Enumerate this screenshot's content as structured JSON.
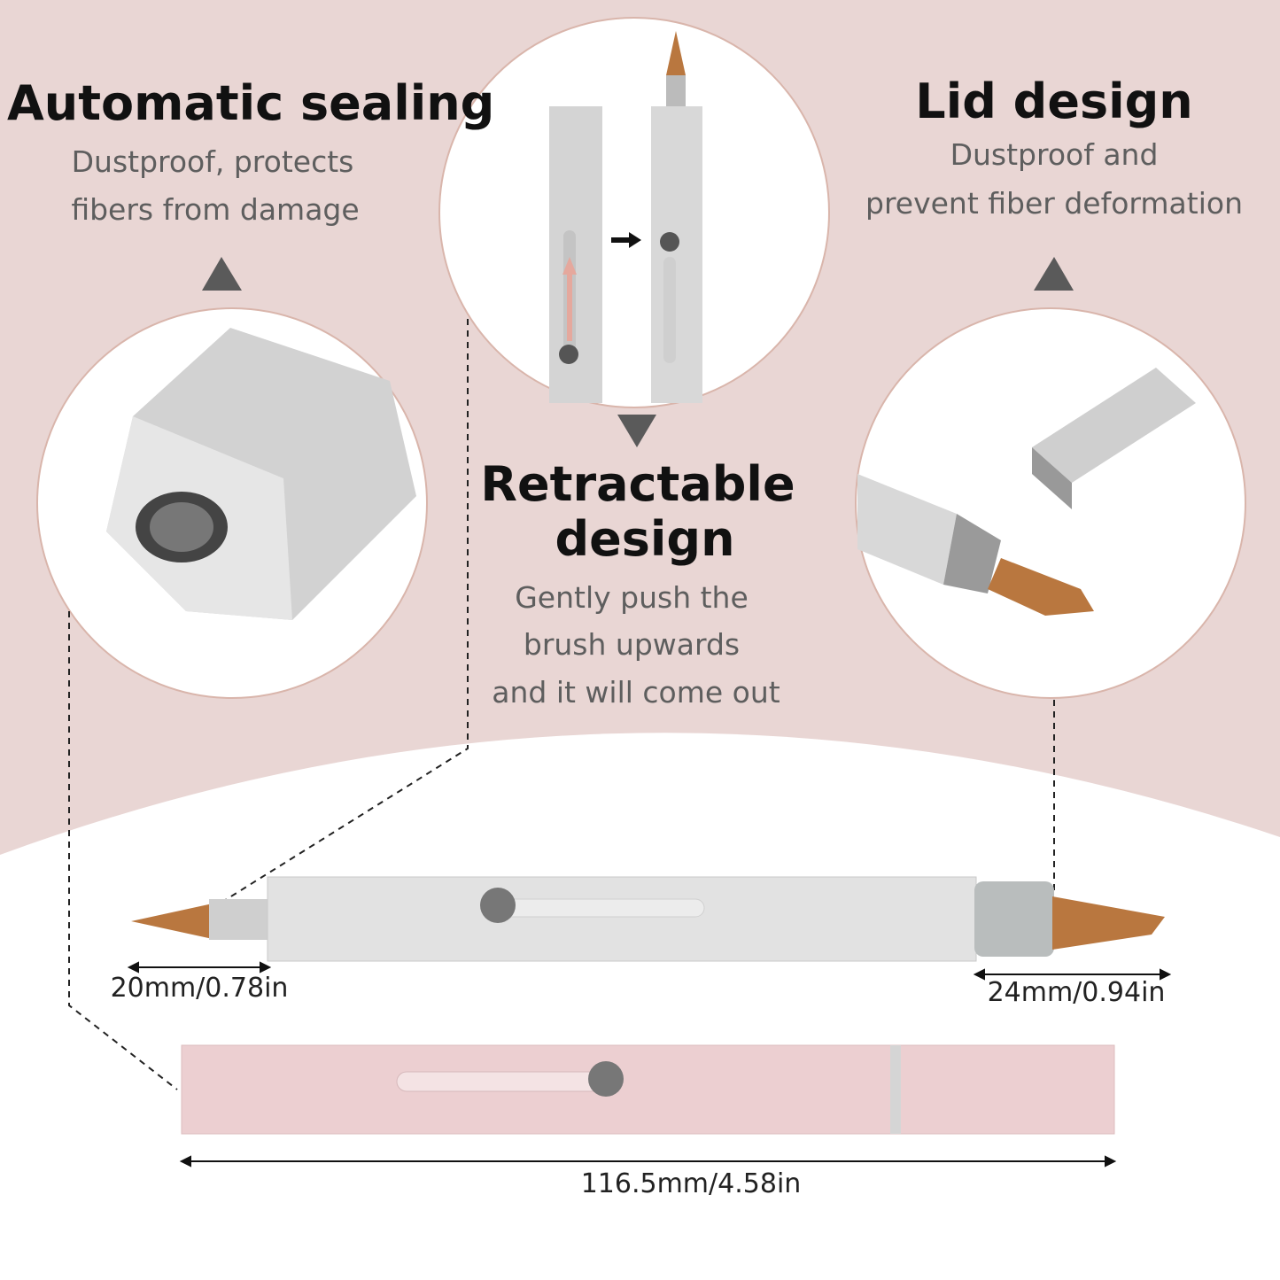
{
  "colors": {
    "background": "#e9d6d4",
    "circle_border": "#d9b5ab",
    "pink_pen": "#eccfd1",
    "silver": "#dcdcdc",
    "bristle": "#b9773f"
  },
  "sections": {
    "sealing": {
      "title": "Automatic sealing",
      "lines": [
        "Dustproof, protects",
        "fibers from damage"
      ]
    },
    "lid": {
      "title": "Lid design",
      "lines": [
        "Dustproof and",
        "prevent fiber deformation"
      ]
    },
    "retractable": {
      "title_lines": [
        "Retractable",
        "design"
      ],
      "lines": [
        "Gently push the",
        "brush upwards",
        "and it will come out"
      ]
    }
  },
  "measurements": {
    "left_tip": "20mm/0.78in",
    "right_tip": "24mm/0.94in",
    "total_length": "116.5mm/4.58in"
  }
}
